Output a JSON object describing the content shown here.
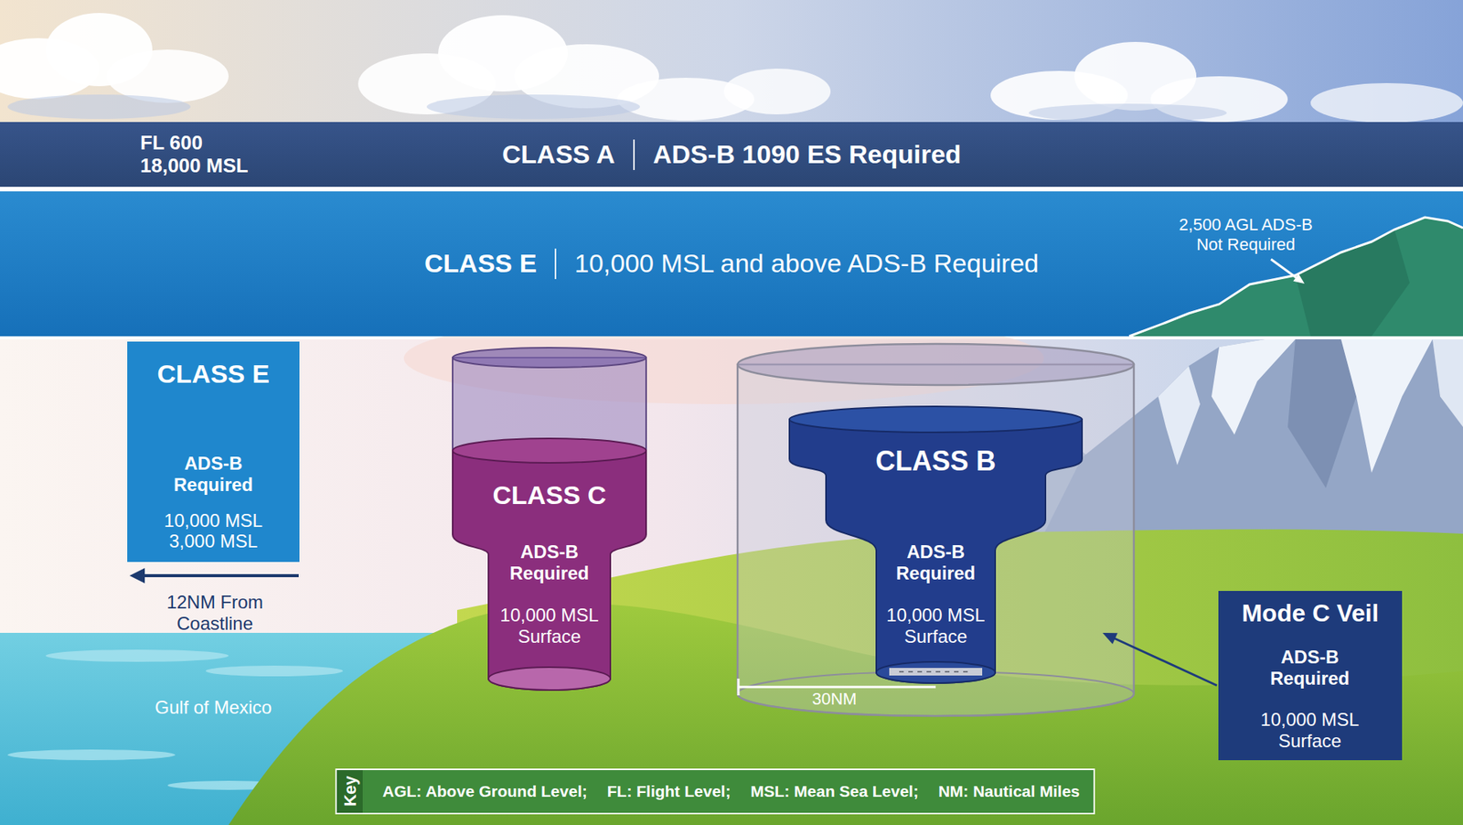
{
  "diagram": {
    "nodes": [
      {
        "text": [
          "FL 600 18,000 MSL",
          "CLASS A",
          "ADS-B 1090 ES Required"
        ]
      },
      {
        "text": [
          "CLASS E",
          "10,000 MSL and above ADS-B Required"
        ]
      },
      {
        "text": [
          "CLASS E",
          "ADS-B Required",
          "10,000 MSL 3,000 MSL"
        ]
      },
      {
        "text": [
          "CLASS C",
          "ADS-B Required",
          "10,000 MSL Surface"
        ]
      },
      {
        "text": [
          "CLASS B",
          "ADS-B Required",
          "10,000 MSL Surface"
        ]
      },
      {
        "text": [
          "Mode C Veil",
          "ADS-B Required",
          "10,000 MSL Surface"
        ]
      },
      {
        "text": [
          "Key",
          "AGL: Above Ground Level;",
          "FL: Flight Level;",
          "MSL: Mean Sea Level;",
          "NM: Nautical Miles"
        ]
      }
    ],
    "labels": [
      "2,500 AGL ADS-B Not Required",
      "12NM From Coastline",
      "30NM",
      "Gulf of Mexico"
    ]
  }
}
